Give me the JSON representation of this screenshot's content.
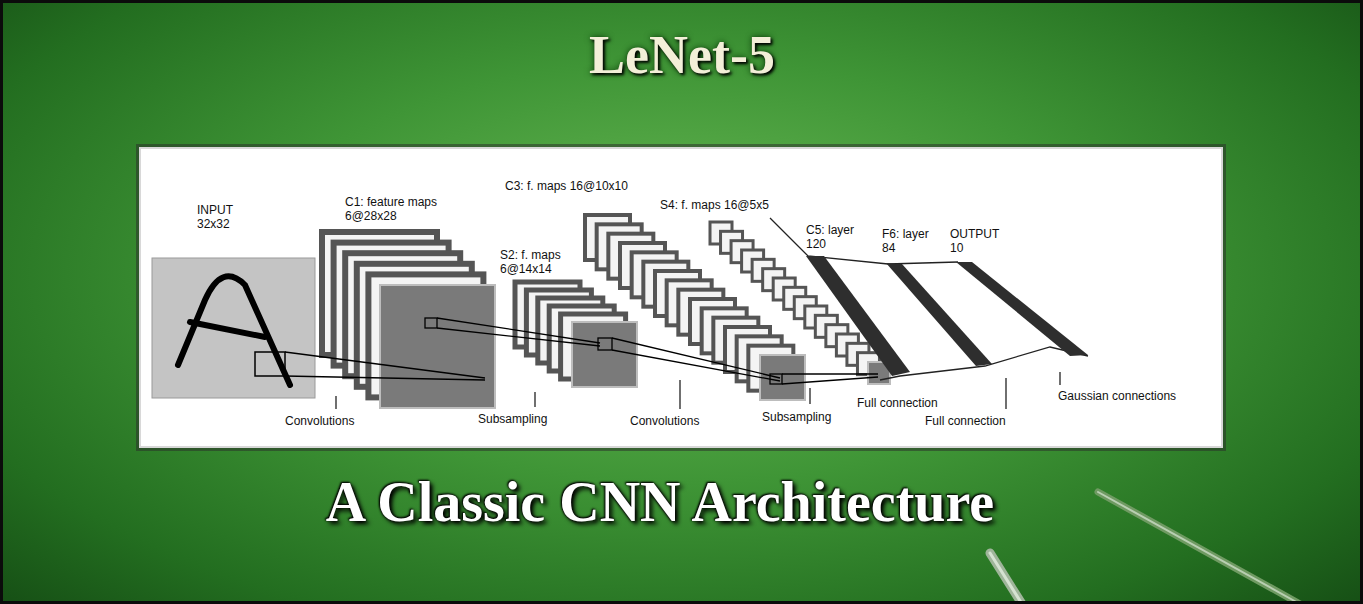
{
  "diagram": {
    "title": "LeNet-5",
    "caption": "A Classic CNN Architecture",
    "nodes": [
      {
        "text": [
          "INPUT 32x32"
        ]
      },
      {
        "text": [
          "C1: feature maps 6@28x28"
        ]
      },
      {
        "text": [
          "S2: f. maps 6@14x14"
        ]
      },
      {
        "text": [
          "C3: f. maps 16@10x10"
        ]
      },
      {
        "text": [
          "S4: f. maps 16@5x5"
        ]
      },
      {
        "text": [
          "C5: layer 120"
        ]
      },
      {
        "text": [
          "F6: layer 84"
        ]
      },
      {
        "text": [
          "OUTPUT 10"
        ]
      }
    ],
    "labels": [
      "Convolutions",
      "Subsampling",
      "Convolutions",
      "Subsampling",
      "Full connection",
      "Full connection",
      "Gaussian connections"
    ]
  }
}
